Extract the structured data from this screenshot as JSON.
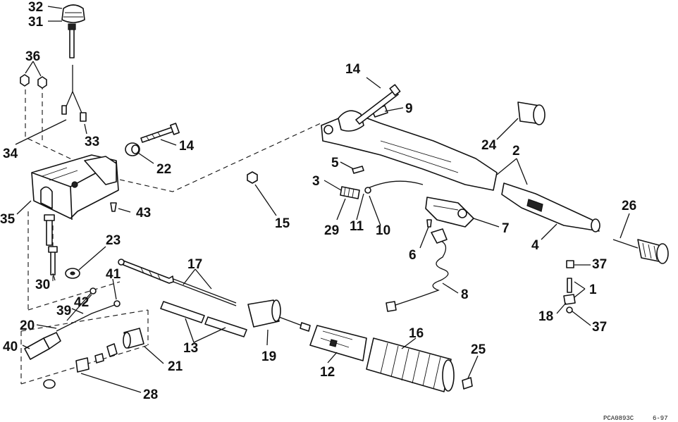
{
  "callouts": [
    "32",
    "31",
    "36",
    "34",
    "33",
    "14",
    "22",
    "35",
    "43",
    "23",
    "30",
    "41",
    "42",
    "39",
    "20",
    "40",
    "17",
    "13",
    "19",
    "21",
    "28",
    "12",
    "16",
    "25",
    "15",
    "3",
    "5",
    "29",
    "11",
    "10",
    "9",
    "14",
    "24",
    "2",
    "26",
    "4",
    "7",
    "6",
    "8",
    "37",
    "1",
    "18",
    "37"
  ],
  "footer": {
    "code": "PCA0893C",
    "date": "6-97"
  }
}
